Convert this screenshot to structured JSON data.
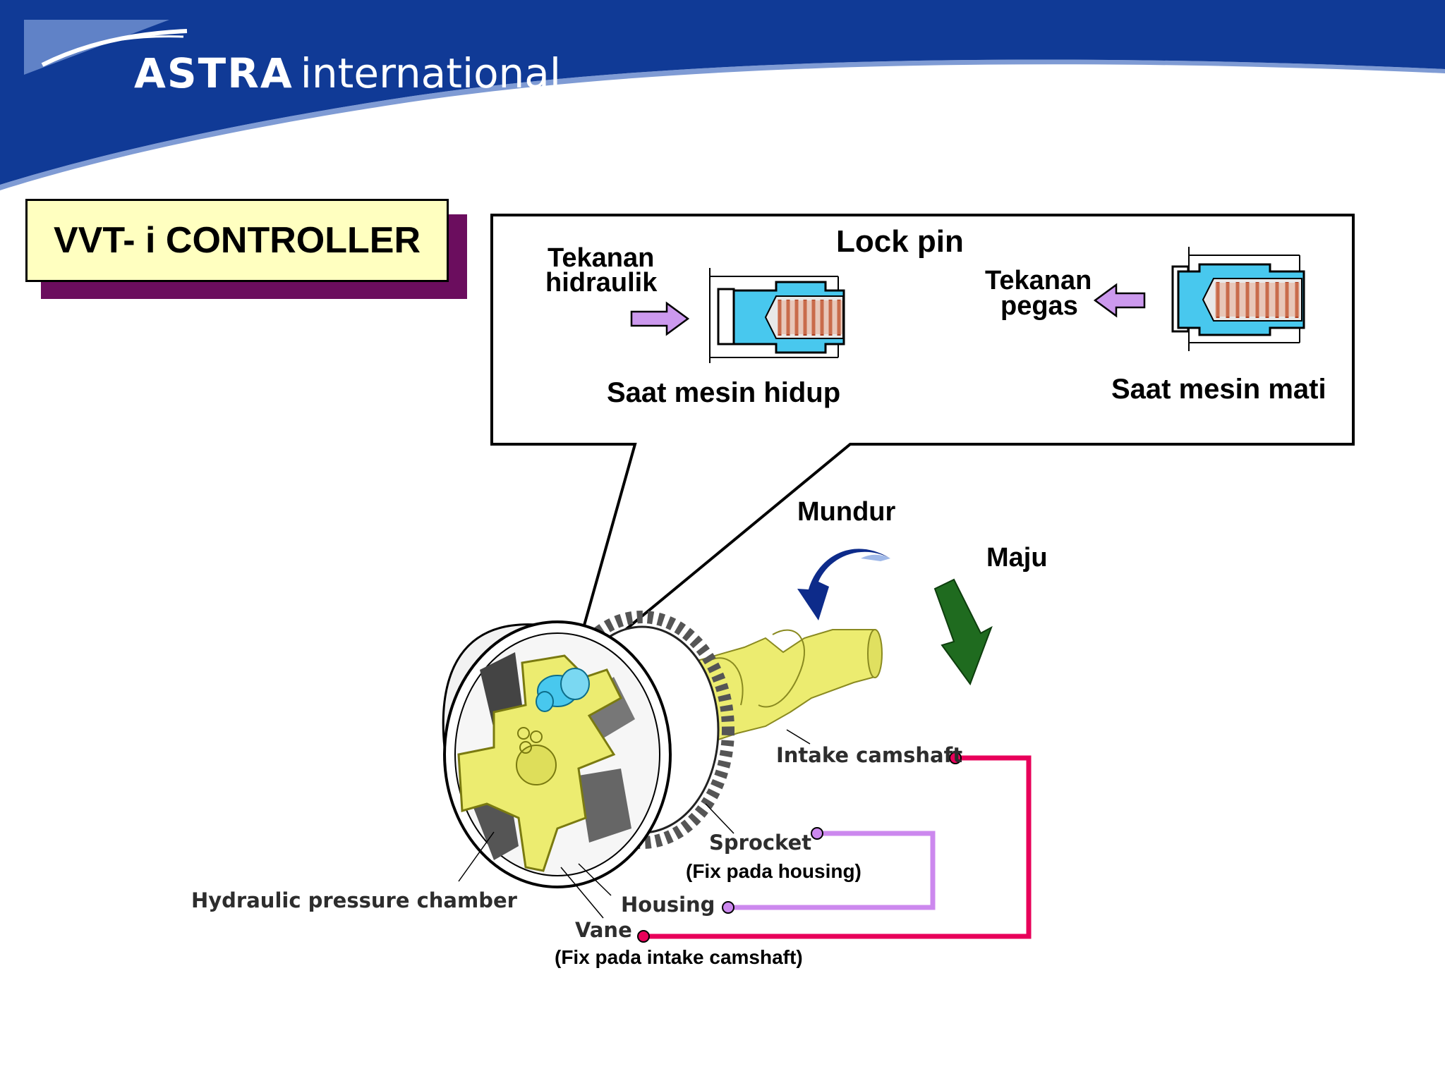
{
  "header": {
    "brand_bold": "ASTRA",
    "brand_light": "international",
    "band_color": "#103a96"
  },
  "title": "VVT- i CONTROLLER",
  "callout": {
    "heading": "Lock pin",
    "left": {
      "pressure_line1": "Tekanan",
      "pressure_line2": "hidraulik",
      "state": "Saat mesin hidup"
    },
    "right": {
      "pressure_line1": "Tekanan",
      "pressure_line2": "pegas",
      "state": "Saat mesin mati"
    }
  },
  "directions": {
    "retard": "Mundur",
    "advance": "Maju"
  },
  "parts": {
    "intake_camshaft": "Intake camshaft",
    "sprocket": "Sprocket",
    "sprocket_note": "(Fix pada housing)",
    "housing": "Housing",
    "vane": "Vane",
    "vane_note": "(Fix pada intake camshaft)",
    "chamber": "Hydraulic pressure chamber"
  },
  "colors": {
    "link_camshaft": "#e8005a",
    "link_housing": "#cc88ee",
    "yellow_part": "#ecec70",
    "lock_pin_blue": "#48c8ee"
  }
}
